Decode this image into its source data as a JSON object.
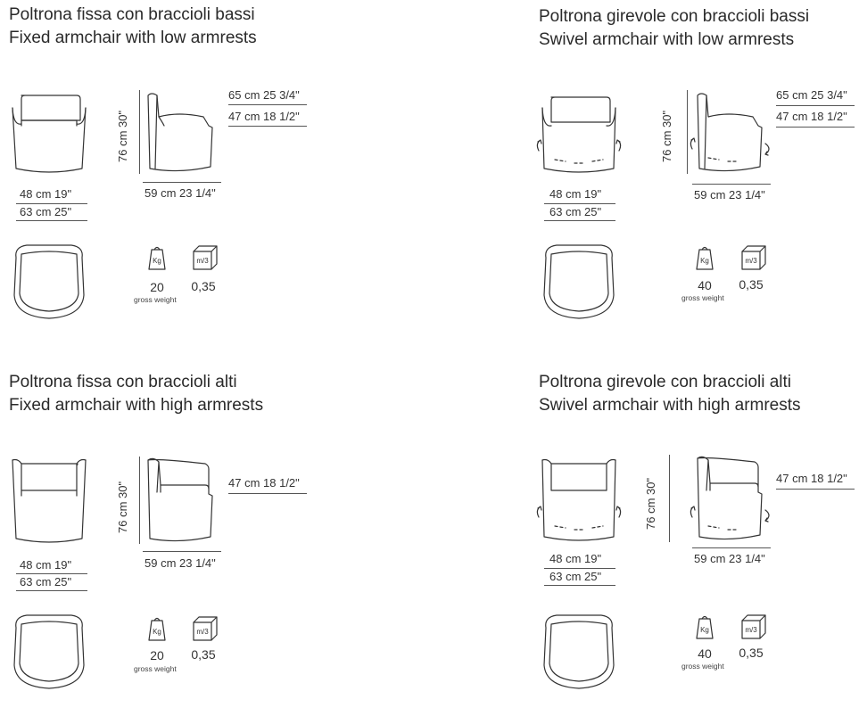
{
  "panels": [
    {
      "id": "fixed-low",
      "title_it": "Poltrona fissa con braccioli bassi",
      "title_en": "Fixed armchair with low armrests",
      "height": "76 cm 30\"",
      "depth": "59 cm 23 1/4\"",
      "width_seat": "48 cm 19\"",
      "width_total": "63 cm 25\"",
      "armrest_high": "65 cm 25 3/4\"",
      "armrest_low": "47 cm 18 1/2\"",
      "weight_unit": "Kg",
      "weight_value": "20",
      "weight_caption": "gross weight",
      "volume_unit": "m/3",
      "volume_value": "0,35"
    },
    {
      "id": "swivel-low",
      "title_it": "Poltrona girevole con braccioli bassi",
      "title_en": "Swivel armchair with low armrests",
      "height": "76 cm 30\"",
      "depth": "59 cm 23 1/4\"",
      "width_seat": "48 cm 19\"",
      "width_total": "63 cm 25\"",
      "armrest_high": "65 cm 25 3/4\"",
      "armrest_low": "47 cm 18 1/2\"",
      "weight_unit": "Kg",
      "weight_value": "40",
      "weight_caption": "gross weight",
      "volume_unit": "m/3",
      "volume_value": "0,35"
    },
    {
      "id": "fixed-high",
      "title_it": "Poltrona fissa con braccioli alti",
      "title_en": "Fixed armchair with high armrests",
      "height": "76 cm 30\"",
      "depth": "59 cm 23 1/4\"",
      "width_seat": "48 cm 19\"",
      "width_total": "63 cm 25\"",
      "armrest_low": "47 cm 18 1/2\"",
      "weight_unit": "Kg",
      "weight_value": "20",
      "weight_caption": "gross weight",
      "volume_unit": "m/3",
      "volume_value": "0,35"
    },
    {
      "id": "swivel-high",
      "title_it": "Poltrona girevole con braccioli alti",
      "title_en": "Swivel armchair with high armrests",
      "height": "76 cm 30\"",
      "depth": "59 cm 23 1/4\"",
      "width_seat": "48 cm 19\"",
      "width_total": "63 cm 25\"",
      "armrest_low": "47 cm 18 1/2\"",
      "weight_unit": "Kg",
      "weight_value": "40",
      "weight_caption": "gross weight",
      "volume_unit": "m/3",
      "volume_value": "0,35"
    }
  ]
}
